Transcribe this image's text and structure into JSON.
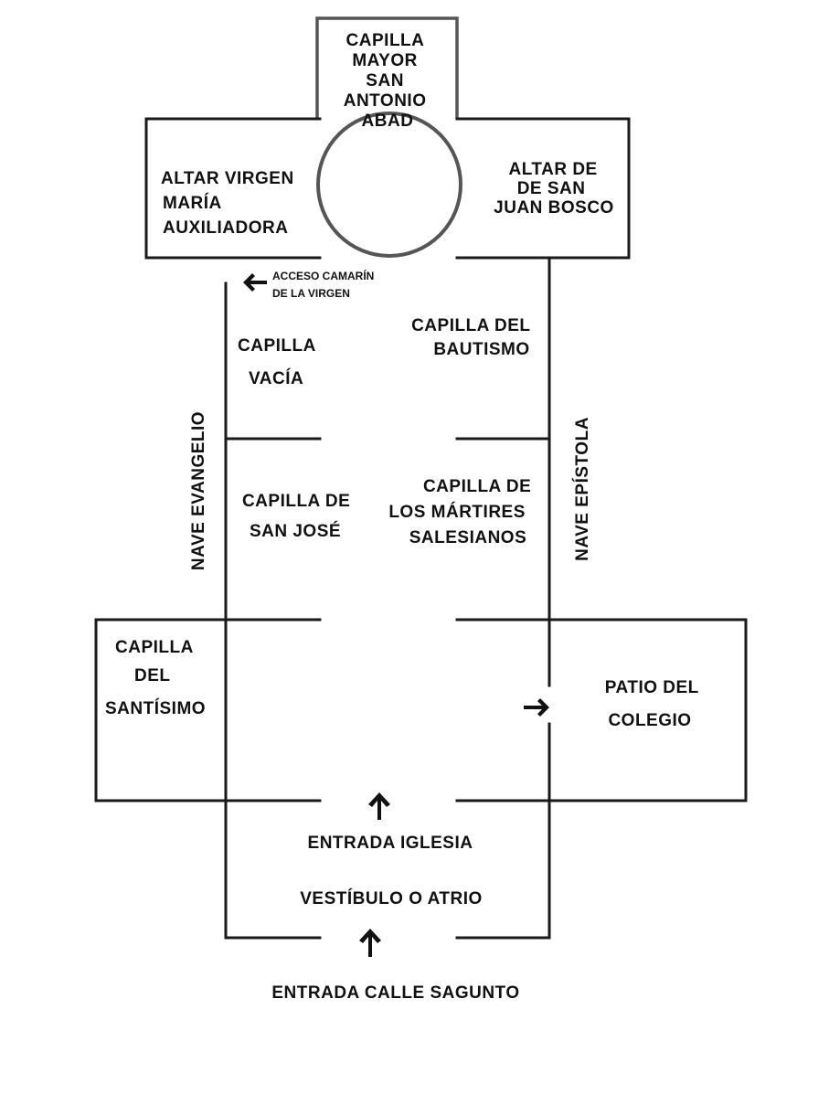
{
  "diagram": {
    "labels": {
      "capilla_mayor": [
        "CAPILLA",
        "MAYOR",
        "SAN",
        "ANTONIO",
        "ABAD"
      ],
      "altar_virgen": [
        "ALTAR VIRGEN",
        "MARÍA",
        "AUXILIADORA"
      ],
      "altar_bosco": [
        "ALTAR DE",
        "DE SAN",
        "JUAN BOSCO"
      ],
      "acceso_camarin": [
        "ACCESO CAMARÍN",
        "DE LA VIRGEN"
      ],
      "capilla_vacia": [
        "CAPILLA",
        "VACÍA"
      ],
      "capilla_bautismo": [
        "CAPILLA DEL",
        "BAUTISMO"
      ],
      "capilla_jose": [
        "CAPILLA DE",
        "SAN JOSÉ"
      ],
      "capilla_martires": [
        "CAPILLA DE",
        "LOS MÁRTIRES",
        "SALESIANOS"
      ],
      "nave_evangelio": "NAVE EVANGELIO",
      "nave_epistola": "NAVE EPÍSTOLA",
      "capilla_santisimo": [
        "CAPILLA",
        "DEL",
        "SANTÍSIMO"
      ],
      "patio_colegio": [
        "PATIO DEL",
        "COLEGIO"
      ],
      "entrada_iglesia": "ENTRADA IGLESIA",
      "vestibulo": "VESTÍBULO O ATRIO",
      "entrada_calle": "ENTRADA CALLE SAGUNTO"
    }
  }
}
